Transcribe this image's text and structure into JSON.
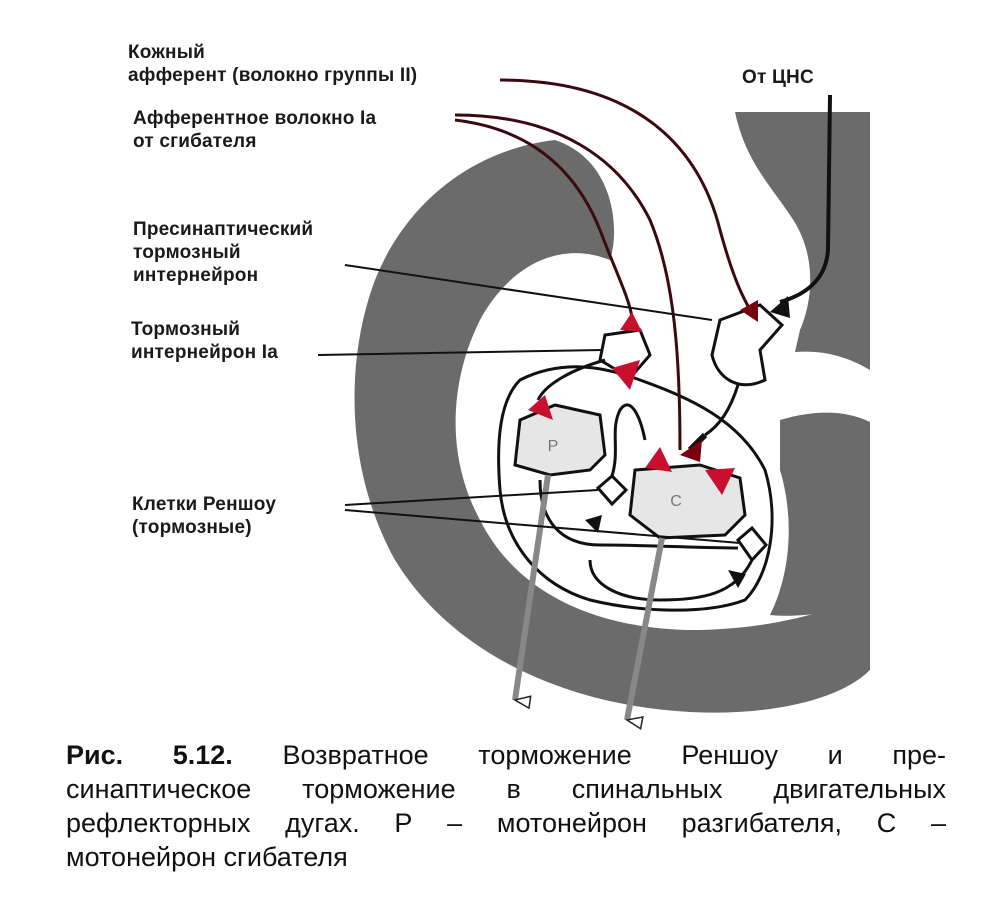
{
  "figure": {
    "labels": {
      "cutaneous_afferent": [
        "Кожный",
        "афферент (волокно группы II)"
      ],
      "afferent_ia": [
        "Афферентное волокно Ia",
        "от сгибателя"
      ],
      "from_cns": "От ЦНС",
      "presynaptic_interneuron": [
        "Пресинаптический",
        "тормозный",
        "интернейрон"
      ],
      "inhibitory_interneuron_ia": [
        "Тормозный",
        "интернейрон Ia"
      ],
      "renshaw_cells": [
        "Клетки Реншоу",
        "(тормозные)"
      ]
    },
    "neuron_letters": {
      "extensor": "P",
      "flexor": "C"
    },
    "colors": {
      "grey_matter": "#6b6b6b",
      "excitatory_synapse": "#c8102e",
      "inhibitory_synapse": "#111111",
      "fiber": "#111111"
    }
  },
  "caption": {
    "number": "Рис. 5.12.",
    "lines": [
      "Возвратное торможение Реншоу и пре-",
      "синаптическое торможение в спинальных двигательных",
      "рефлекторных дугах. Р – мотонейрон разгибателя, С –",
      "мотонейрон сгибателя"
    ]
  }
}
